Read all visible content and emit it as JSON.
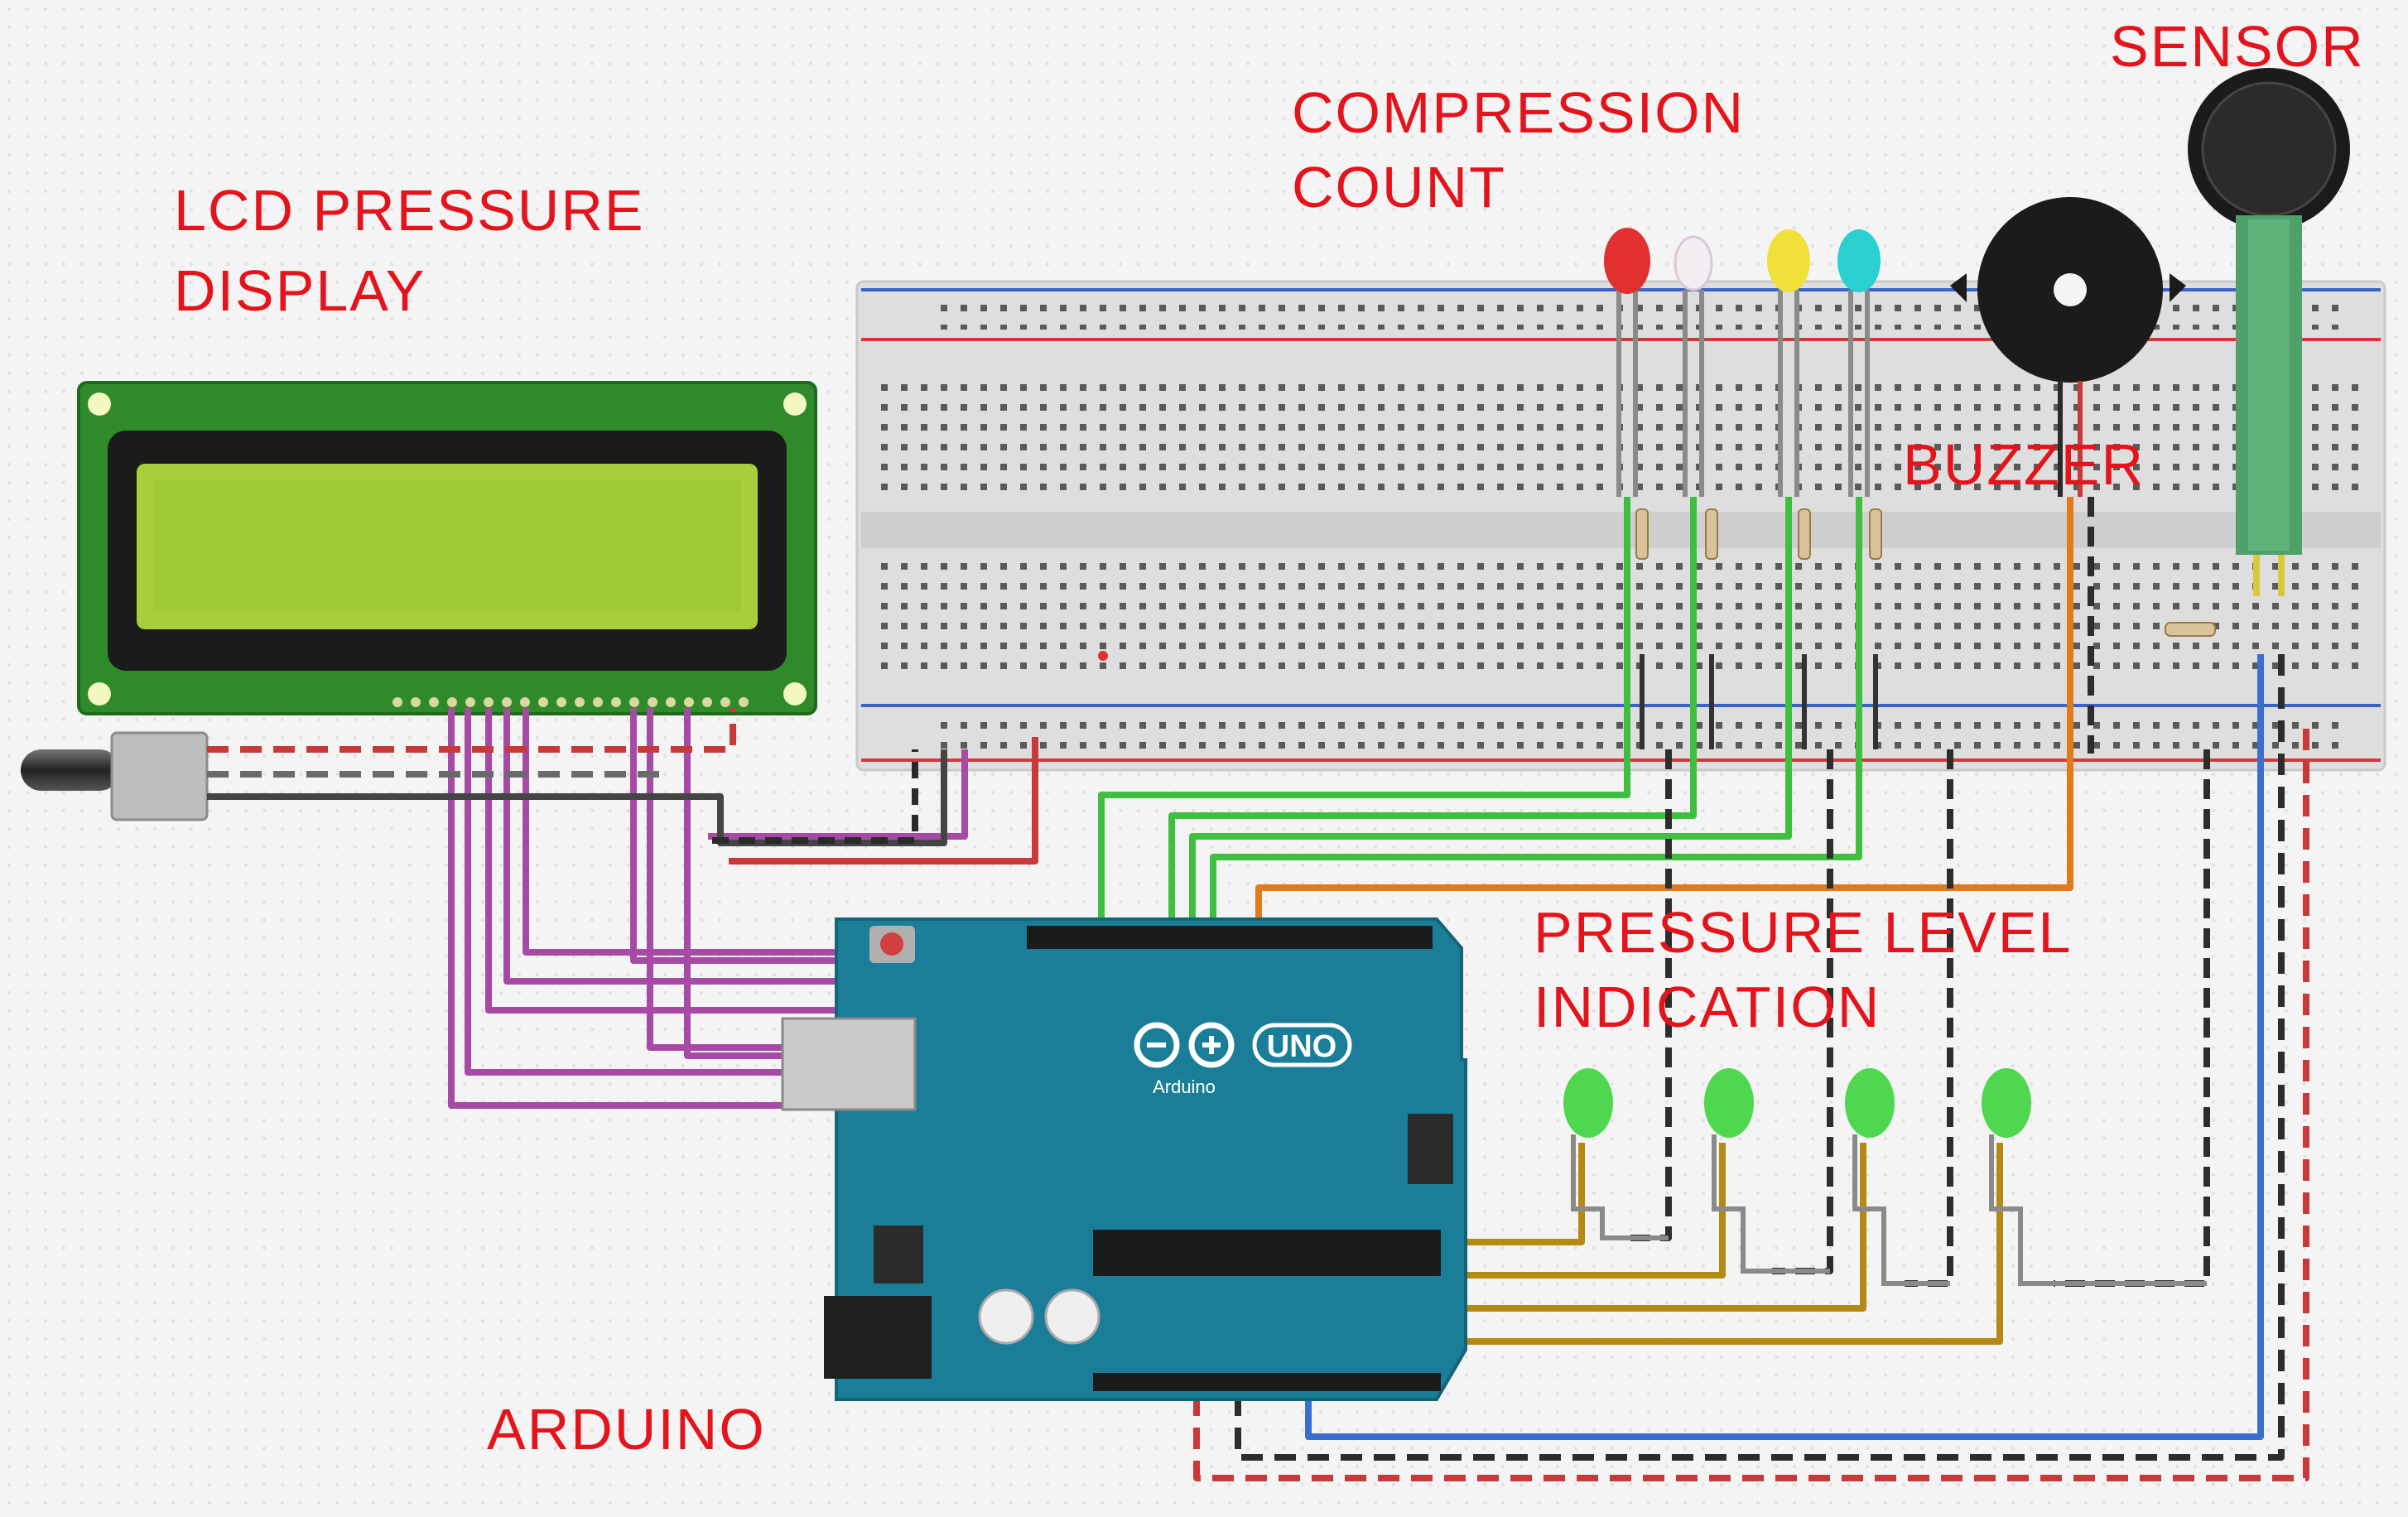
{
  "labels": {
    "lcd_line1": "LCD  PRESSURE",
    "lcd_line2": "DISPLAY",
    "compression_line1": "COMPRESSION",
    "compression_line2": "COUNT",
    "sensor": "SENSOR",
    "buzzer": "BUZZER",
    "pressure_line1": "PRESSURE LEVEL",
    "pressure_line2": "INDICATION",
    "arduino": "ARDUINO"
  },
  "board": {
    "logo_text": "UNO",
    "brand_text": "Arduino"
  },
  "colors": {
    "label_red": "#e3141c",
    "board_blue": "#1a7e98",
    "lcd_pcb": "#2f8a2a",
    "lcd_screen": "#a8cf3a",
    "wire_green": "#3fbf3f",
    "wire_purple": "#a64aa6",
    "wire_orange": "#e07a1c",
    "wire_blue": "#3a6fd0",
    "wire_gold": "#b58a12",
    "led_red": "#e23030",
    "led_white": "#f2eef2",
    "led_yellow": "#f2e03a",
    "led_cyan": "#2ad0d0",
    "led_green": "#4fd84f"
  },
  "components": {
    "compression_leds": [
      "red",
      "white",
      "yellow",
      "cyan"
    ],
    "pressure_leds": [
      "green",
      "green",
      "green",
      "green"
    ]
  }
}
